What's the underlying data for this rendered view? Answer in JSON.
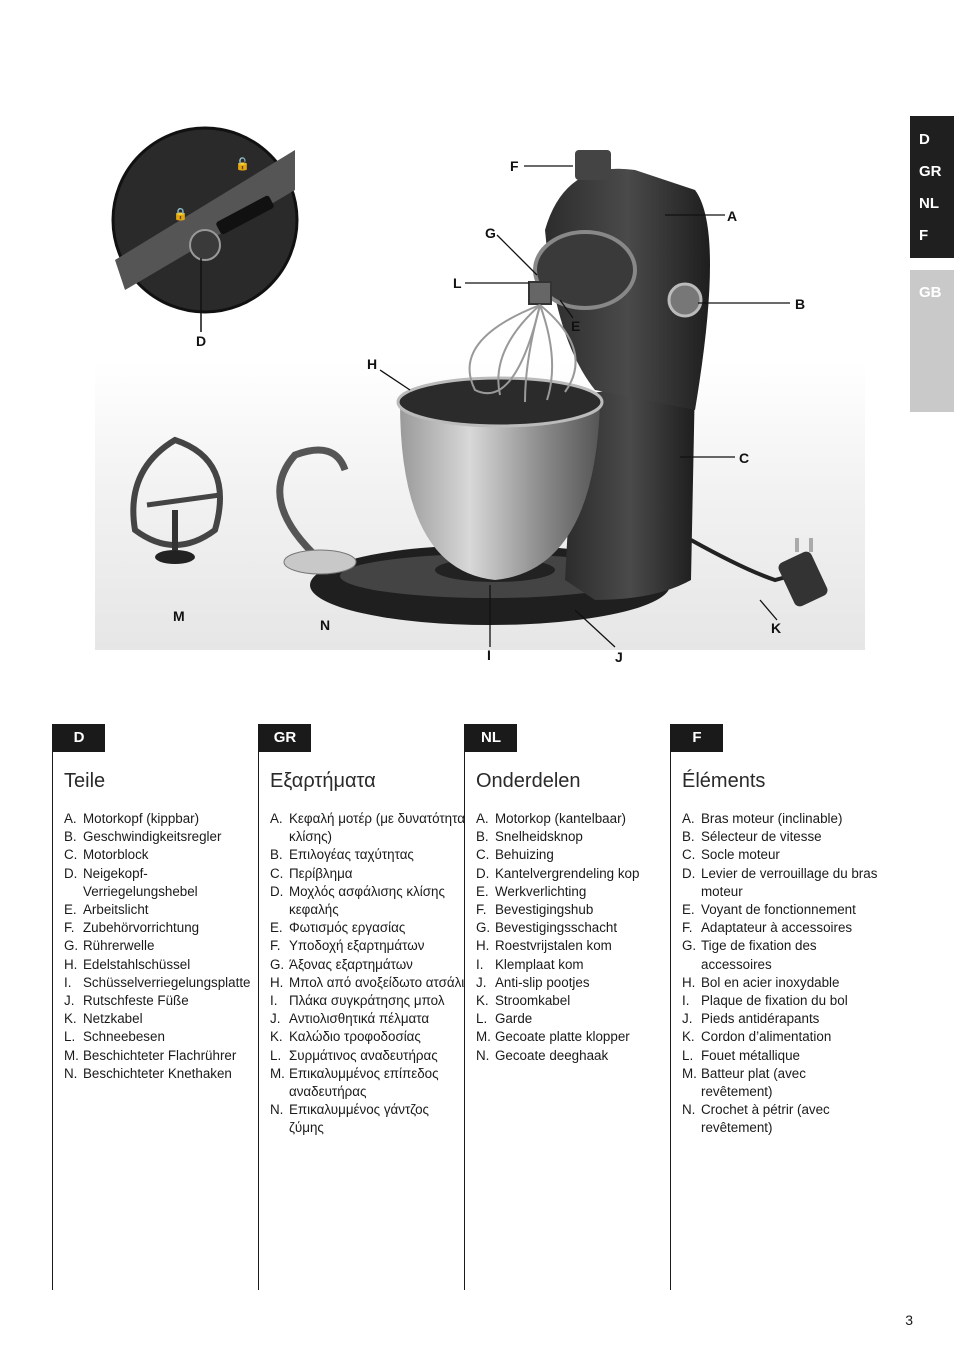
{
  "side_tabs": {
    "dark": [
      "D",
      "GR",
      "NL",
      "F"
    ],
    "light": "GB"
  },
  "callouts": {
    "A": "A",
    "B": "B",
    "C": "C",
    "D": "D",
    "E": "E",
    "F": "F",
    "G": "G",
    "H": "H",
    "I": "I",
    "J": "J",
    "K": "K",
    "L": "L",
    "M": "M",
    "N": "N"
  },
  "columns": [
    {
      "lang": "D",
      "heading": "Teile",
      "items": [
        {
          "k": "A.",
          "v": "Motorkopf (kippbar)"
        },
        {
          "k": "B.",
          "v": "Geschwindigkeitsregler"
        },
        {
          "k": "C.",
          "v": "Motorblock"
        },
        {
          "k": "D.",
          "v": "Neigekopf-Verriegelungshebel"
        },
        {
          "k": "E.",
          "v": "Arbeitslicht"
        },
        {
          "k": "F.",
          "v": "Zubehörvorrichtung"
        },
        {
          "k": "G.",
          "v": "Rührerwelle"
        },
        {
          "k": "H.",
          "v": "Edelstahlschüssel"
        },
        {
          "k": "I.",
          "v": "Schüsselverriegelungsplatte"
        },
        {
          "k": "J.",
          "v": "Rutschfeste Füße"
        },
        {
          "k": "K.",
          "v": "Netzkabel"
        },
        {
          "k": "L.",
          "v": "Schneebesen"
        },
        {
          "k": "M.",
          "v": "Beschichteter Flachrührer"
        },
        {
          "k": "N.",
          "v": "Beschichteter Knethaken"
        }
      ]
    },
    {
      "lang": "GR",
      "heading": "Εξαρτήματα",
      "items": [
        {
          "k": "A.",
          "v": "Κεφαλή μοτέρ (με δυνατότητα κλίσης)"
        },
        {
          "k": "B.",
          "v": "Επιλογέας ταχύτητας"
        },
        {
          "k": "C.",
          "v": "Περίβλημα"
        },
        {
          "k": "D.",
          "v": "Μοχλός ασφάλισης κλίσης κεφαλής"
        },
        {
          "k": "E.",
          "v": "Φωτισμός εργασίας"
        },
        {
          "k": "F.",
          "v": "Υποδοχή εξαρτημάτων"
        },
        {
          "k": "G.",
          "v": "Άξονας εξαρτημάτων"
        },
        {
          "k": "H.",
          "v": "Μπολ από ανοξείδωτο ατσάλι"
        },
        {
          "k": "I.",
          "v": "Πλάκα συγκράτησης μπολ"
        },
        {
          "k": "J.",
          "v": "Αντιολισθητικά πέλματα"
        },
        {
          "k": "K.",
          "v": "Καλώδιο τροφοδοσίας"
        },
        {
          "k": "L.",
          "v": "Συρμάτινος αναδευτήρας"
        },
        {
          "k": "M.",
          "v": "Επικαλυμμένος επίπεδος αναδευτήρας"
        },
        {
          "k": "N.",
          "v": "Επικαλυμμένος γάντζος ζύμης"
        }
      ]
    },
    {
      "lang": "NL",
      "heading": "Onderdelen",
      "items": [
        {
          "k": "A.",
          "v": "Motorkop (kantelbaar)"
        },
        {
          "k": "B.",
          "v": "Snelheidsknop"
        },
        {
          "k": "C.",
          "v": "Behuizing"
        },
        {
          "k": "D.",
          "v": "Kantelvergrendeling kop"
        },
        {
          "k": "E.",
          "v": "Werkverlichting"
        },
        {
          "k": "F.",
          "v": "Bevestigingshub"
        },
        {
          "k": "G.",
          "v": "Bevestigingsschacht"
        },
        {
          "k": "H.",
          "v": "Roestvrijstalen kom"
        },
        {
          "k": "I.",
          "v": "Klemplaat kom"
        },
        {
          "k": "J.",
          "v": "Anti-slip pootjes"
        },
        {
          "k": "K.",
          "v": "Stroomkabel"
        },
        {
          "k": "L.",
          "v": "Garde"
        },
        {
          "k": "M.",
          "v": "Gecoate platte klopper"
        },
        {
          "k": "N.",
          "v": "Gecoate deeghaak"
        }
      ]
    },
    {
      "lang": "F",
      "heading": "Éléments",
      "items": [
        {
          "k": "A.",
          "v": "Bras moteur (inclinable)"
        },
        {
          "k": "B.",
          "v": "Sélecteur de vitesse"
        },
        {
          "k": "C.",
          "v": "Socle moteur"
        },
        {
          "k": "D.",
          "v": "Levier de verrouillage du bras moteur"
        },
        {
          "k": "E.",
          "v": "Voyant de fonctionnement"
        },
        {
          "k": "F.",
          "v": "Adaptateur à accessoires"
        },
        {
          "k": "G.",
          "v": "Tige de fixation des accessoires"
        },
        {
          "k": "H.",
          "v": "Bol en acier inoxydable"
        },
        {
          "k": "I.",
          "v": "Plaque de fixation du bol"
        },
        {
          "k": "J.",
          "v": "Pieds antidérapants"
        },
        {
          "k": "K.",
          "v": "Cordon d’alimentation"
        },
        {
          "k": "L.",
          "v": "Fouet métallique"
        },
        {
          "k": "M.",
          "v": "Batteur plat (avec revêtement)"
        },
        {
          "k": "N.",
          "v": "Crochet à pétrir (avec revêtement)"
        }
      ]
    }
  ],
  "page_number": "3"
}
